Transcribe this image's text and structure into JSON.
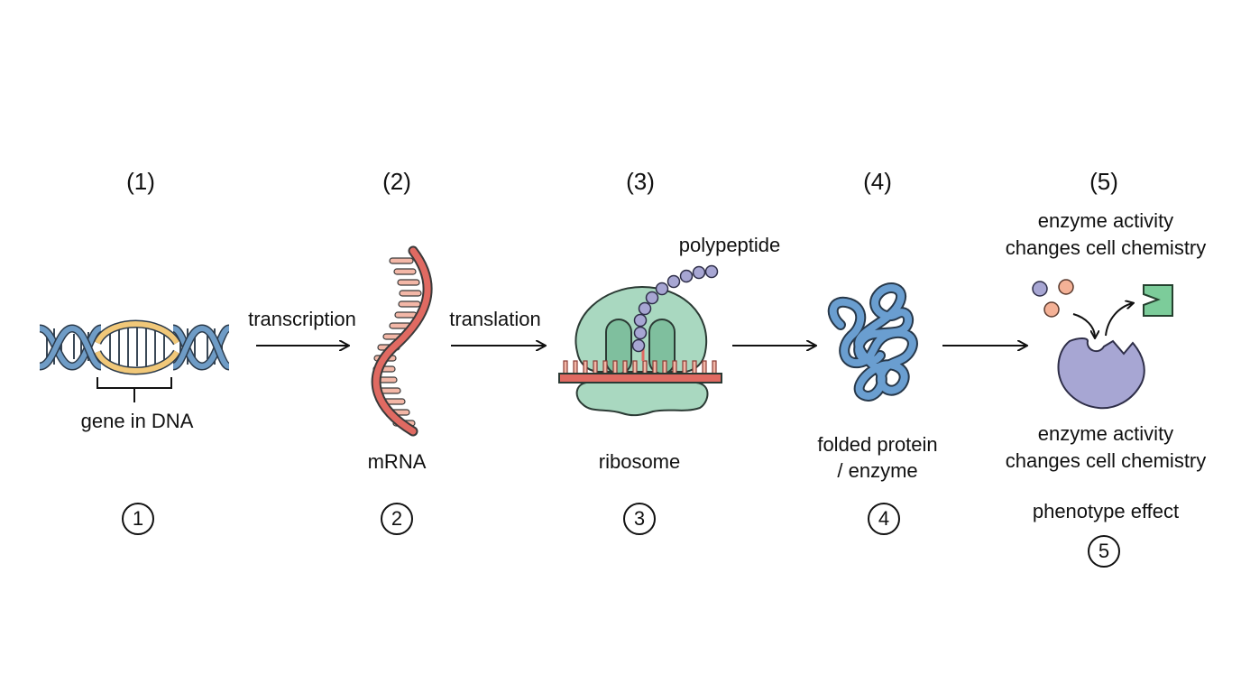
{
  "steps": [
    {
      "number": "(1)",
      "circled": "1",
      "label": "gene in DNA"
    },
    {
      "number": "(2)",
      "circled": "2",
      "label": "mRNA"
    },
    {
      "number": "(3)",
      "circled": "3",
      "label": "ribosome"
    },
    {
      "number": "(4)",
      "circled": "4",
      "label_line1": "folded protein",
      "label_line2": "/ enzyme"
    },
    {
      "number": "(5)",
      "circled": "5",
      "top_line1": "enzyme activity",
      "top_line2": "changes cell chemistry",
      "bottom_line1": "enzyme activity",
      "bottom_line2": "changes cell chemistry",
      "effect": "phenotype effect"
    }
  ],
  "arrows": {
    "transcription": "transcription",
    "translation": "translation"
  },
  "polypeptide_label": "polypeptide",
  "colors": {
    "dna_blue": "#6f9cc6",
    "gene_gold": "#f1c879",
    "mrna_red": "#e06a62",
    "mrna_base": "#f3b7a7",
    "ribosome_light": "#a9d8c0",
    "ribosome_dark": "#7fbf9e",
    "bead_purple": "#a7a6d3",
    "protein_blue": "#6a9ed0",
    "enzyme_purple": "#a7a6d3",
    "product_green": "#7ccc9a",
    "molecule_orange": "#f4b196"
  }
}
